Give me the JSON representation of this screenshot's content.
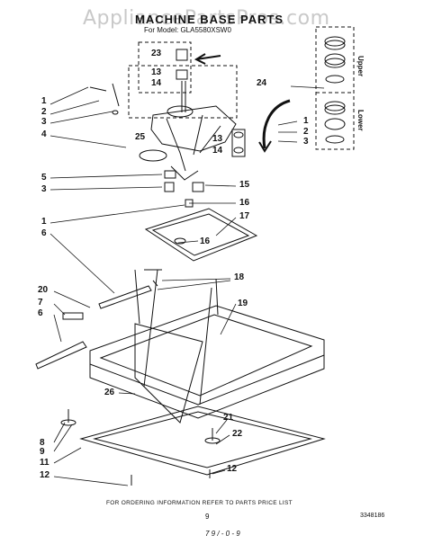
{
  "header": {
    "watermark": "AppliancePartsPros.com",
    "title": "MACHINE BASE PARTS",
    "model_line": "For Model: GLA5580XSW0"
  },
  "inset": {
    "upper_label": "Upper",
    "lower_label": "Lower"
  },
  "callouts": {
    "c23": "23",
    "c13a": "13",
    "c14a": "14",
    "c24": "24",
    "c1a": "1",
    "c2a": "2",
    "c3a": "3",
    "c4": "4",
    "c25": "25",
    "c1b": "1",
    "c2b": "2",
    "c3b": "3",
    "c13b": "13",
    "c14b": "14",
    "c5": "5",
    "c3c": "3",
    "c15": "15",
    "c16a": "16",
    "c1c": "1",
    "c17": "17",
    "c6a": "6",
    "c16b": "16",
    "c18": "18",
    "c20": "20",
    "c7": "7",
    "c6b": "6",
    "c19": "19",
    "c26": "26",
    "c21": "21",
    "c8": "8",
    "c9": "9",
    "c22": "22",
    "c11": "11",
    "c12a": "12",
    "c12b": "12"
  },
  "footer": {
    "ordering_note": "FOR ORDERING INFORMATION REFER TO PARTS PRICE LIST",
    "page": "9",
    "doc_number": "3348186",
    "handwritten": "7 9 / - 0 - 9"
  }
}
